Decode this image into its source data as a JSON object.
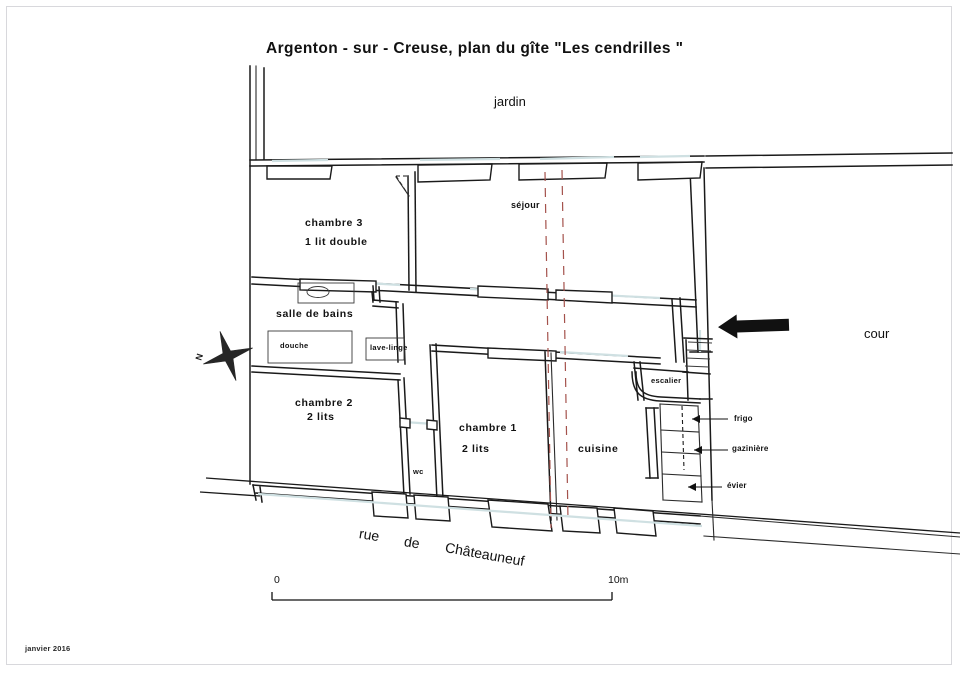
{
  "document": {
    "title": "Argenton - sur - Creuse,  plan  du  gîte  \"Les  cendrilles \"",
    "date_stamp": "janvier 2016"
  },
  "exterior_labels": {
    "garden": "jardin",
    "courtyard": "cour",
    "street_words": [
      "rue",
      "de",
      "Châteauneuf"
    ]
  },
  "rooms": [
    {
      "id": "chambre-3",
      "name": "chambre 3",
      "detail": "1 lit double"
    },
    {
      "id": "chambre-2",
      "name": "chambre  2",
      "detail": "2 lits"
    },
    {
      "id": "chambre-1",
      "name": "chambre  1",
      "detail": "2 lits"
    },
    {
      "id": "sejour",
      "name": "séjour",
      "detail": ""
    },
    {
      "id": "cuisine",
      "name": "cuisine",
      "detail": ""
    },
    {
      "id": "salle-de-bains",
      "name": "salle  de  bains",
      "detail": ""
    },
    {
      "id": "wc",
      "name": "wc",
      "detail": ""
    },
    {
      "id": "escalier",
      "name": "escalier",
      "detail": ""
    }
  ],
  "fixtures": [
    {
      "id": "douche",
      "label": "douche"
    },
    {
      "id": "lave-linge",
      "label": "lave-linge"
    },
    {
      "id": "frigo",
      "label": "frigo"
    },
    {
      "id": "gaziniere",
      "label": "gazinière"
    },
    {
      "id": "evier",
      "label": "évier"
    }
  ],
  "scale": {
    "start_label": "0",
    "end_label": "10m"
  },
  "compass": {
    "north_label": "N"
  },
  "colors": {
    "wall": "#1a1a1a",
    "opening": "#cfe0e2",
    "axis_dash": "#a4524c",
    "text": "#111111",
    "frame": "#d8d8dc",
    "background": "#ffffff"
  }
}
